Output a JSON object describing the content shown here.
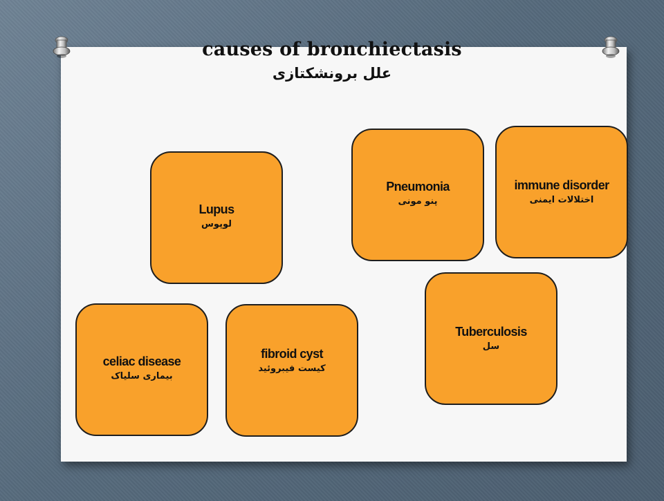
{
  "slide": {
    "title": "causes of bronchiectasis",
    "subtitle": "علل برونشکتازی"
  },
  "colors": {
    "background": "#5f7385",
    "paper": "#f7f7f7",
    "box_fill": "#f9a12b",
    "box_border": "#1e1e1e"
  },
  "causes": {
    "lupus": {
      "en": "Lupus",
      "fa": "لوپوس"
    },
    "pneumonia": {
      "en": "Pneumonia",
      "fa": "پنو مونی"
    },
    "immune": {
      "en": "immune disorder",
      "fa": "اختلالات ایمنی"
    },
    "tuberculosis": {
      "en": "Tuberculosis",
      "fa": "سل"
    },
    "celiac": {
      "en": "celiac disease",
      "fa": "بیماری سلیاک"
    },
    "fibroid": {
      "en": "fibroid cyst",
      "fa": "کیست فیبروئید"
    }
  },
  "decorations": {
    "pins": [
      "pushpin-icon",
      "pushpin-icon"
    ]
  }
}
